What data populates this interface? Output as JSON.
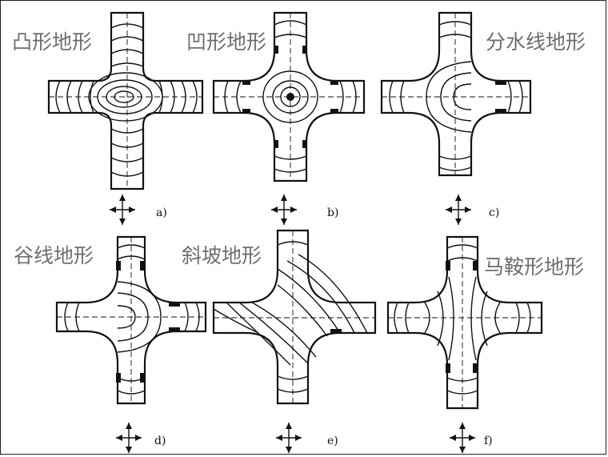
{
  "figure": {
    "panels": [
      {
        "id": "a",
        "title": "凸形地形",
        "letter": "a)"
      },
      {
        "id": "b",
        "title": "凹形地形",
        "letter": "b)"
      },
      {
        "id": "c",
        "title": "分水线地形",
        "letter": "c)"
      },
      {
        "id": "d",
        "title": "谷线地形",
        "letter": "d)"
      },
      {
        "id": "e",
        "title": "斜坡地形",
        "letter": "e)"
      },
      {
        "id": "f",
        "title": "马鞍形地形",
        "letter": "f)"
      }
    ]
  }
}
